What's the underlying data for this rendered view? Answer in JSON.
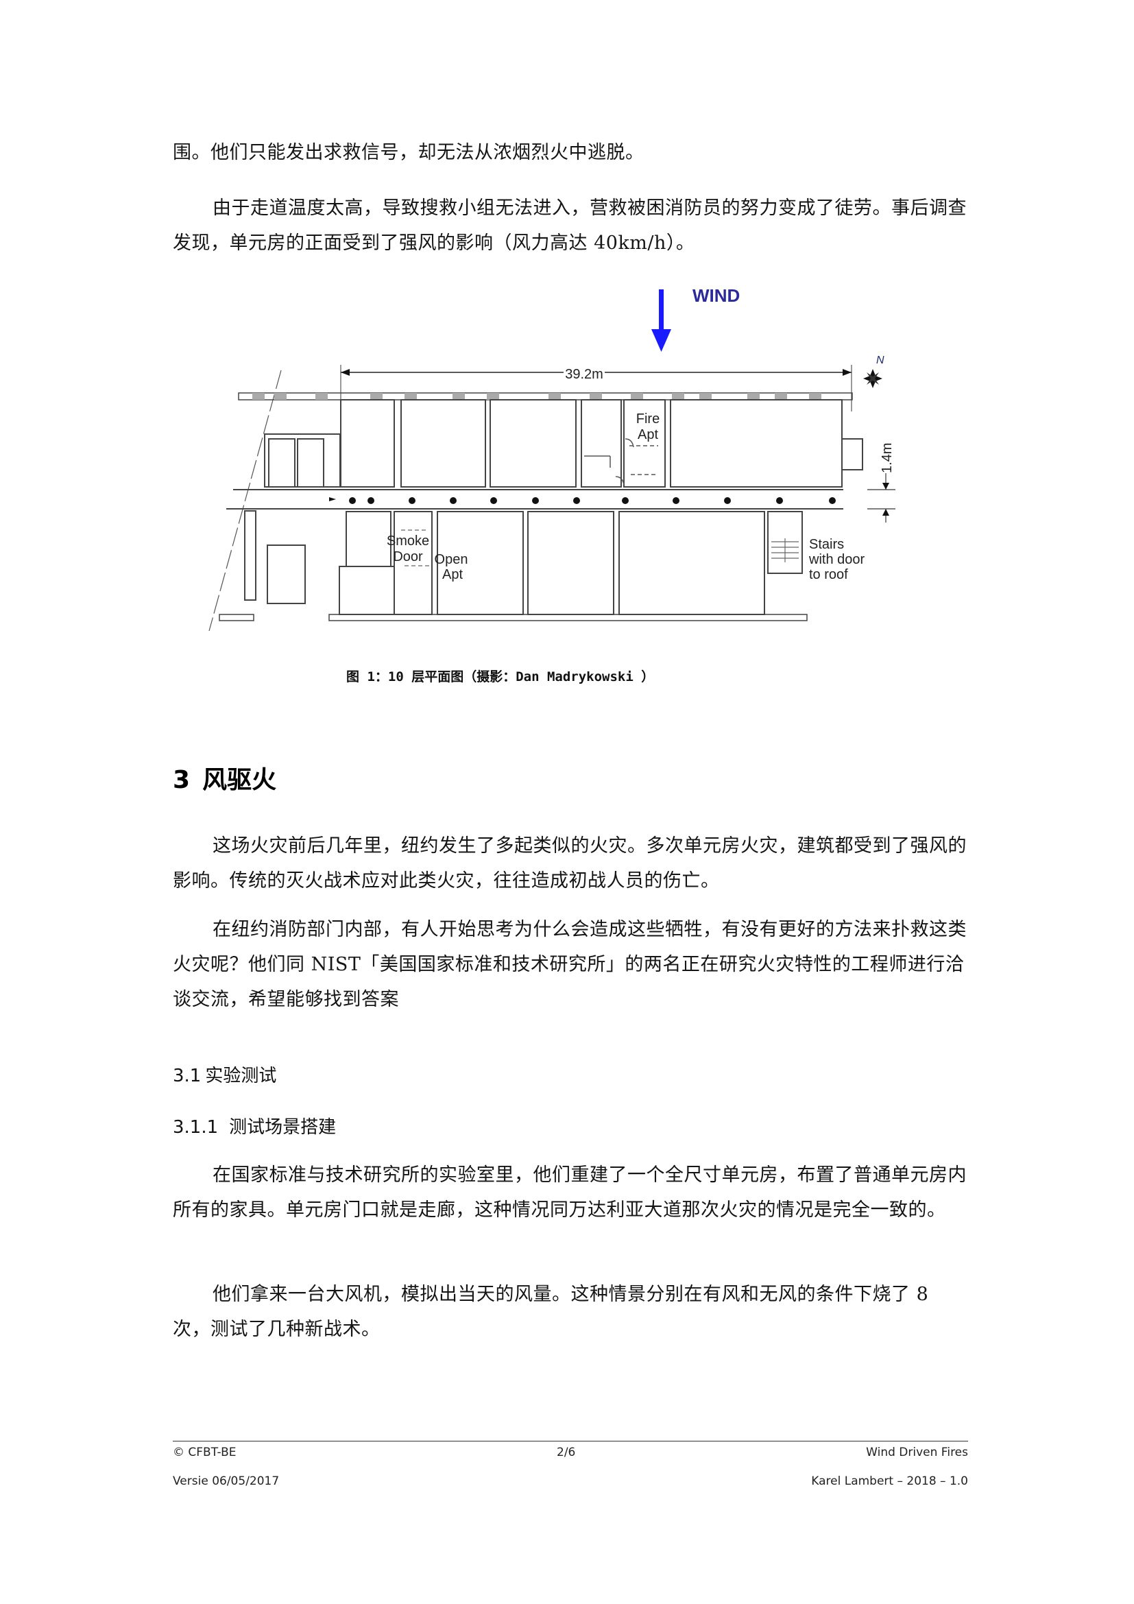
{
  "body": {
    "para_intro_tail": "围。他们只能发出求救信号，却无法从浓烟烈火中逃脱。",
    "para_corridor": "由于走道温度太高，导致搜救小组无法进入，营救被困消防员的努力变成了徒劳。事后调查发现，单元房的正面受到了强风的影响（风力高达 40km/h）。"
  },
  "figure": {
    "wind_label": "WIND",
    "wind_color": "#1a1aff",
    "width_dimension": "39.2m",
    "corridor_dimension": "1.4m",
    "north_label": "N",
    "labels": {
      "fire_apt": [
        "Fire",
        "Apt"
      ],
      "open_apt": [
        "Open",
        "Apt"
      ],
      "smoke_door": [
        "Smoke",
        "Door"
      ],
      "stairs": [
        "Stairs",
        "with door",
        "to roof"
      ]
    },
    "caption": "图 1：10 层平面图（摄影：Dan Madrykowski ）"
  },
  "section3": {
    "number": "3",
    "title": "风驱火",
    "para1": "这场火灾前后几年里，纽约发生了多起类似的火灾。多次单元房火灾，建筑都受到了强风的影响。传统的灭火战术应对此类火灾，往往造成初战人员的伤亡。",
    "para2": "在纽约消防部门内部，有人开始思考为什么会造成这些牺牲，有没有更好的方法来扑救这类火灾呢？他们同 NIST「美国国家标准和技术研究所」的两名正在研究火灾特性的工程师进行洽谈交流，希望能够找到答案",
    "sub1": {
      "number": "3.1",
      "title": "实验测试"
    },
    "sub11": {
      "number": "3.1.1",
      "title": "测试场景搭建"
    },
    "para3": "在国家标准与技术研究所的实验室里，他们重建了一个全尺寸单元房，布置了普通单元房内所有的家具。单元房门口就是走廊，这种情况同万达利亚大道那次火灾的情况是完全一致的。",
    "para4": "他们拿来一台大风机，模拟出当天的风量。这种情景分别在有风和无风的条件下烧了 8 次，测试了几种新战术。"
  },
  "footer": {
    "copyright": "© CFBT-BE",
    "page": "2/6",
    "title": "Wind Driven Fires",
    "version": "Versie 06/05/2017",
    "author": "Karel Lambert – 2018 – 1.0"
  }
}
